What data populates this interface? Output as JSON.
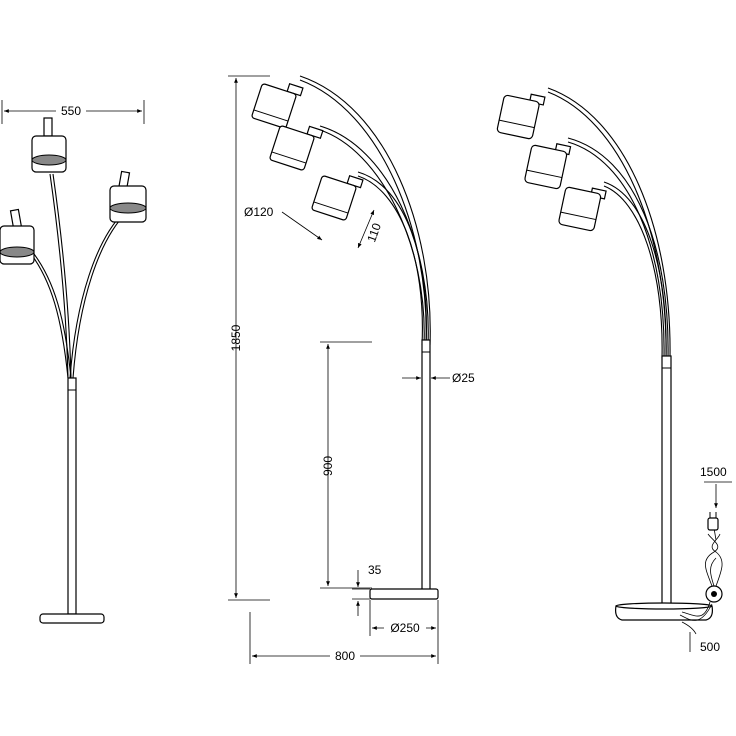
{
  "dimensions": {
    "width_550": "550",
    "height_1850": "1850",
    "shade_diameter": "Ø120",
    "shade_height": "110",
    "pole_diameter": "Ø25",
    "height_900": "900",
    "base_height": "35",
    "base_diameter": "Ø250",
    "depth_800": "800",
    "cable_1500": "1500",
    "cable_500": "500"
  }
}
